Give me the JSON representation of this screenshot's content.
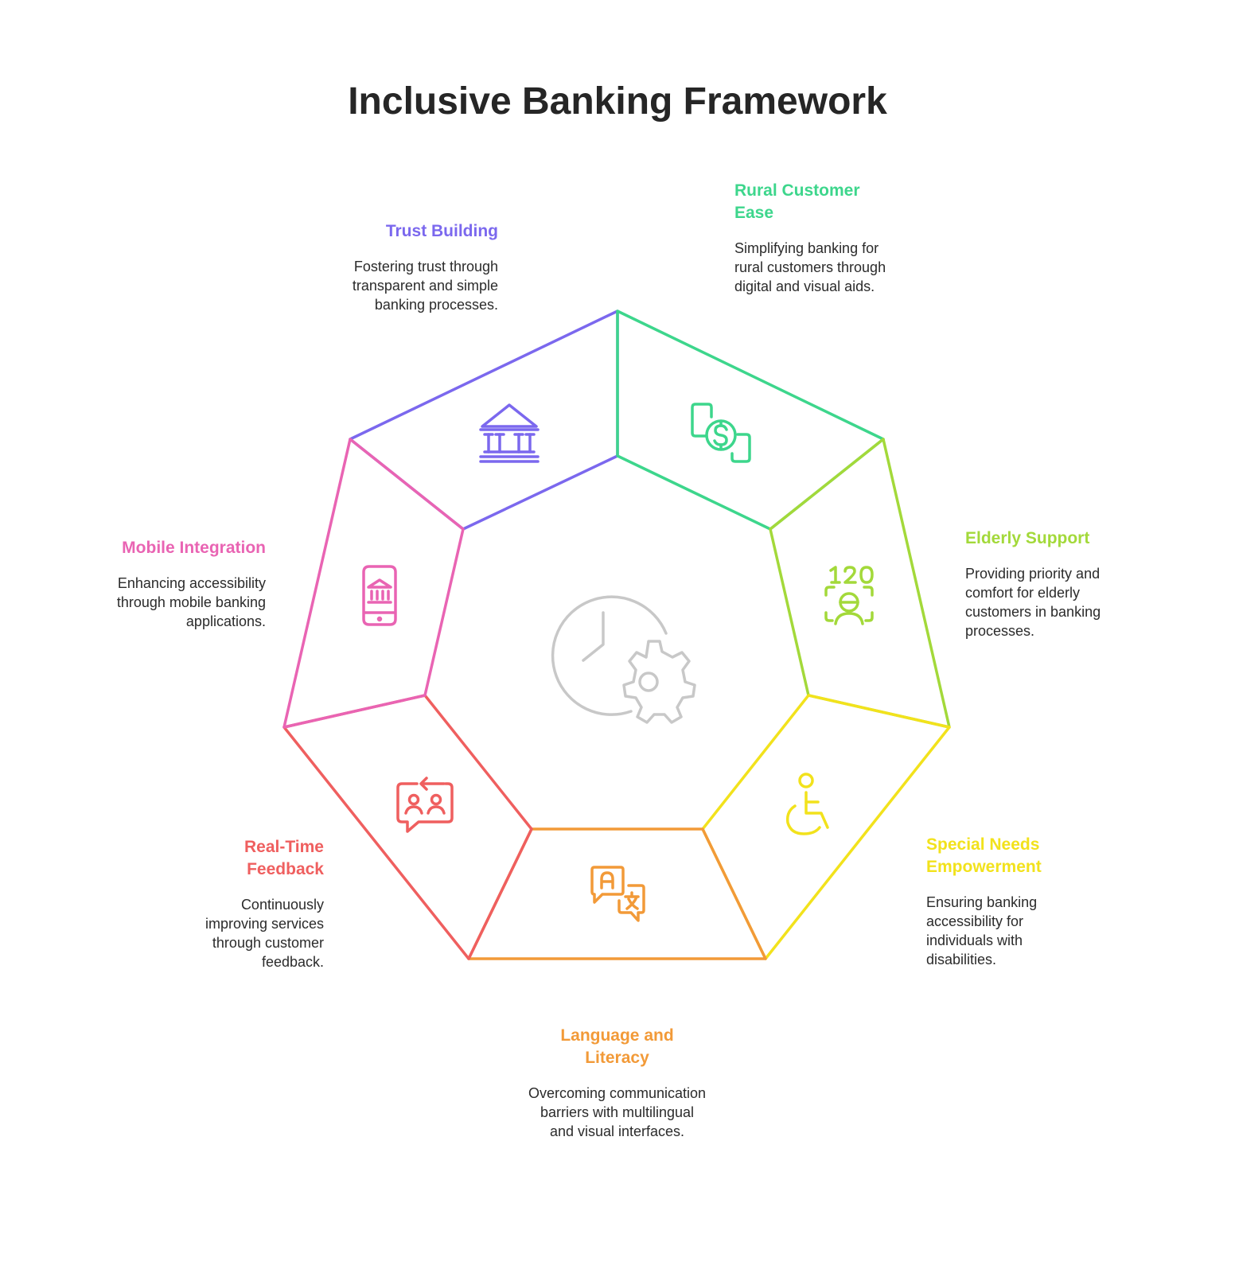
{
  "title": "Inclusive Banking Framework",
  "colors": {
    "trust": "#7b68ee",
    "rural": "#3dd68c",
    "elderly": "#a3d93a",
    "special": "#f2e21c",
    "language": "#f29a38",
    "feedback": "#ef5f5f",
    "mobile": "#e964b3",
    "center": "#c8c8c8"
  },
  "segments": [
    {
      "key": "trust",
      "title": "Trust Building",
      "description": "Fostering trust through transparent and simple banking processes.",
      "icon": "bank-icon"
    },
    {
      "key": "rural",
      "title": "Rural Customer Ease",
      "description": "Simplifying banking for rural customers through digital and visual aids.",
      "icon": "money-transfer-icon"
    },
    {
      "key": "elderly",
      "title": "Elderly Support",
      "description": "Providing priority and comfort for elderly customers in banking processes.",
      "icon": "queue-number-user-icon"
    },
    {
      "key": "special",
      "title": "Special Needs Empowerment",
      "description": "Ensuring banking accessibility for individuals with disabilities.",
      "icon": "wheelchair-icon"
    },
    {
      "key": "language",
      "title": "Language and Literacy",
      "description": "Overcoming communication barriers with multilingual and visual interfaces.",
      "icon": "translate-icon"
    },
    {
      "key": "feedback",
      "title": "Real-Time Feedback",
      "description": "Continuously improving services through customer feedback.",
      "icon": "feedback-users-icon"
    },
    {
      "key": "mobile",
      "title": "Mobile Integration",
      "description": "Enhancing accessibility through mobile banking applications.",
      "icon": "mobile-bank-icon"
    }
  ],
  "center_icon": "clock-gear-icon"
}
